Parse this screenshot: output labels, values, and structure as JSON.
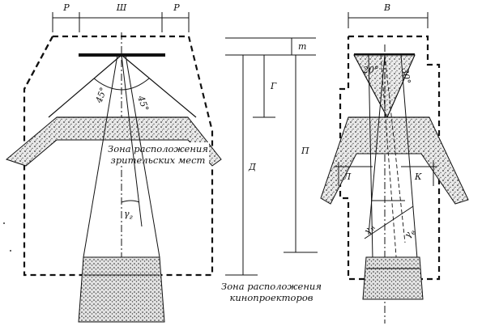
{
  "labels": {
    "margin_left": "Р",
    "width_sh": "Ш",
    "margin_right": "Р",
    "angle_left": "45°",
    "angle_right": "45°",
    "zone_viewers_line1": "Зона расположения",
    "zone_viewers_line2": "зрительских мест",
    "gamma": "γ",
    "gamma_sub": "г",
    "dim_t": "т",
    "dim_g": "Г",
    "dim_d": "Д",
    "dim_p": "П",
    "zone_projectors_line1": "Зона расположения",
    "zone_projectors_line2": "кинопроекторов",
    "width_v": "В",
    "angle_20": "20°",
    "angle_30": "30°",
    "dim_l": "Л",
    "dim_k": "К",
    "gamma_n": "γ",
    "gamma_n_sub": "н",
    "gamma_v": "γ",
    "gamma_v_sub": "в"
  }
}
